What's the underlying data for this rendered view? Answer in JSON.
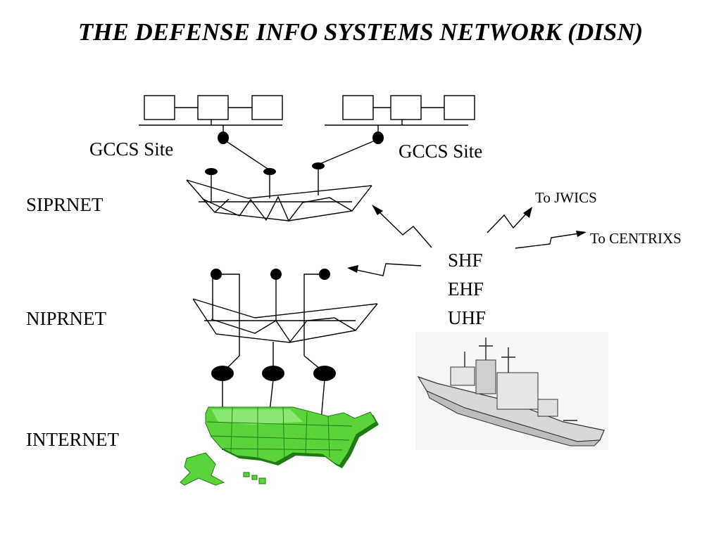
{
  "title": "THE DEFENSE INFO SYSTEMS NETWORK (DISN)",
  "sites": {
    "left_label": "GCCS Site",
    "right_label": "GCCS Site"
  },
  "networks": {
    "siprnet": "SIPRNET",
    "niprnet": "NIPRNET",
    "internet": "INTERNET"
  },
  "radio": {
    "shf": "SHF",
    "ehf": "EHF",
    "uhf": "UHF"
  },
  "links": {
    "jwics": "To JWICS",
    "centrixs": "To CENTRIXS"
  },
  "colors": {
    "map_green": "#5ad43a",
    "map_edge": "#1f7a12",
    "map_light": "#9ef08a",
    "ship_gray": "#d8d8d8"
  },
  "icons": {
    "ship": "warship-icon",
    "map": "us-map-icon"
  }
}
